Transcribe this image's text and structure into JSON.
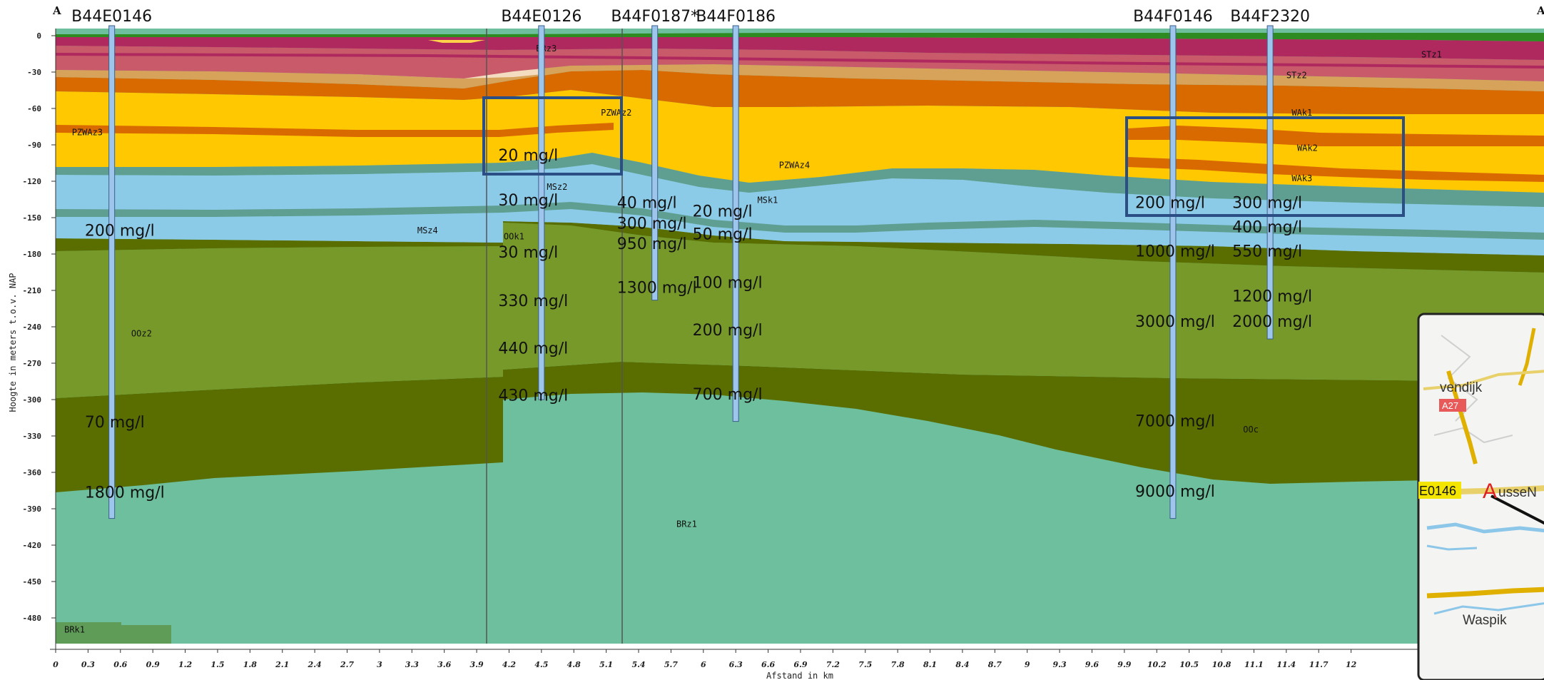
{
  "corner_left": "A",
  "corner_right": "A",
  "y_axis_label": "Hoogte in meters t.o.v. NAP",
  "x_axis_label": "Afstand in km",
  "y_ticks": [
    "0",
    "-30",
    "-60",
    "-90",
    "-120",
    "-150",
    "-180",
    "-210",
    "-240",
    "-270",
    "-300",
    "-330",
    "-360",
    "-390",
    "-420",
    "-450",
    "-480"
  ],
  "x_ticks": [
    "0",
    "0.3",
    "0.6",
    "0.9",
    "1.2",
    "1.5",
    "1.8",
    "2.1",
    "2.4",
    "2.7",
    "3",
    "3.3",
    "3.6",
    "3.9",
    "4.2",
    "4.5",
    "4.8",
    "5.1",
    "5.4",
    "5.7",
    "6",
    "6.3",
    "6.6",
    "6.9",
    "7.2",
    "7.5",
    "7.8",
    "8.1",
    "8.4",
    "8.7",
    "9",
    "9.3",
    "9.6",
    "9.9",
    "10.2",
    "10.5",
    "10.8",
    "11.1",
    "11.4",
    "11.7",
    "12"
  ],
  "wells": [
    {
      "name": "B44E0146",
      "km": 0.52,
      "bottom": -398
    },
    {
      "name": "B44E0126",
      "km": 4.5,
      "bottom": -300
    },
    {
      "name": "B44F0187*",
      "km": 5.55,
      "bottom": -218
    },
    {
      "name": "B44F0186",
      "km": 6.3,
      "bottom": -318
    },
    {
      "name": "B44F0146",
      "km": 10.35,
      "bottom": -398
    },
    {
      "name": "B44F2320",
      "km": 11.25,
      "bottom": -250
    }
  ],
  "unit_labels": [
    {
      "text": "BRz3",
      "km": 4.45,
      "depth": -13
    },
    {
      "text": "STz1",
      "km": 12.65,
      "depth": -18
    },
    {
      "text": "STz2",
      "km": 11.4,
      "depth": -35
    },
    {
      "text": "PZWAz2",
      "km": 5.05,
      "depth": -66
    },
    {
      "text": "WAk1",
      "km": 11.45,
      "depth": -66
    },
    {
      "text": "PZWAz3",
      "km": 0.15,
      "depth": -82
    },
    {
      "text": "WAk2",
      "km": 11.5,
      "depth": -95
    },
    {
      "text": "PZWAz4",
      "km": 6.7,
      "depth": -109
    },
    {
      "text": "WAk3",
      "km": 11.45,
      "depth": -120
    },
    {
      "text": "MSz2",
      "km": 4.55,
      "depth": -127
    },
    {
      "text": "MSk1",
      "km": 6.5,
      "depth": -138
    },
    {
      "text": "MSz4",
      "km": 3.35,
      "depth": -163
    },
    {
      "text": "OOk1",
      "km": 4.15,
      "depth": -168
    },
    {
      "text": "OOz2",
      "km": 0.7,
      "depth": -248
    },
    {
      "text": "OOc",
      "km": 11.0,
      "depth": -327
    },
    {
      "text": "BRz1",
      "km": 5.75,
      "depth": -405
    },
    {
      "text": "BRk1",
      "km": 0.08,
      "depth": -492
    }
  ],
  "concentrations": [
    {
      "text": "20 mg/l",
      "km": 4.1,
      "depth": -103
    },
    {
      "text": "30 mg/l",
      "km": 4.1,
      "depth": -140
    },
    {
      "text": "30 mg/l",
      "km": 4.1,
      "depth": -183
    },
    {
      "text": "330 mg/l",
      "km": 4.1,
      "depth": -223
    },
    {
      "text": "440 mg/l",
      "km": 4.1,
      "depth": -262
    },
    {
      "text": "430 mg/l",
      "km": 4.1,
      "depth": -301
    },
    {
      "text": "200 mg/l",
      "km": 0.27,
      "depth": -165
    },
    {
      "text": "70 mg/l",
      "km": 0.27,
      "depth": -323
    },
    {
      "text": "1800 mg/l",
      "km": 0.27,
      "depth": -381
    },
    {
      "text": "40 mg/l",
      "km": 5.2,
      "depth": -142
    },
    {
      "text": "300 mg/l",
      "km": 5.2,
      "depth": -159
    },
    {
      "text": "950 mg/l",
      "km": 5.2,
      "depth": -176
    },
    {
      "text": "1300 mg/l",
      "km": 5.2,
      "depth": -212
    },
    {
      "text": "20 mg/l",
      "km": 5.9,
      "depth": -149
    },
    {
      "text": "50 mg/l",
      "km": 5.9,
      "depth": -168
    },
    {
      "text": "100 mg/l",
      "km": 5.9,
      "depth": -208
    },
    {
      "text": "200 mg/l",
      "km": 5.9,
      "depth": -247
    },
    {
      "text": "700 mg/l",
      "km": 5.9,
      "depth": -300
    },
    {
      "text": "200 mg/l",
      "km": 10.0,
      "depth": -142
    },
    {
      "text": "1000 mg/l",
      "km": 10.0,
      "depth": -182
    },
    {
      "text": "3000 mg/l",
      "km": 10.0,
      "depth": -240
    },
    {
      "text": "7000 mg/l",
      "km": 10.0,
      "depth": -322
    },
    {
      "text": "9000 mg/l",
      "km": 10.0,
      "depth": -380
    },
    {
      "text": "300 mg/l",
      "km": 10.9,
      "depth": -142
    },
    {
      "text": "400 mg/l",
      "km": 10.9,
      "depth": -162
    },
    {
      "text": "550 mg/l",
      "km": 10.9,
      "depth": -182
    },
    {
      "text": "1200 mg/l",
      "km": 10.9,
      "depth": -219
    },
    {
      "text": "2000 mg/l",
      "km": 10.9,
      "depth": -240
    }
  ],
  "inset_map": {
    "labels": [
      "vendijk",
      "A27",
      "E0146",
      "A",
      "usseN",
      "Waspik"
    ]
  },
  "colors": {
    "surface": "#2e8b22",
    "magenta": "#b0295e",
    "rose": "#c85a6a",
    "beige": "#e9c9a0",
    "tan": "#d7a35a",
    "orange": "#d96a00",
    "yellow": "#ffc800",
    "teal": "#5f9f92",
    "sky": "#8ccbe8",
    "darkolive": "#5a6e00",
    "olive": "#76992a",
    "seagreen": "#6dbf9d",
    "mossgreen": "#5f9c58",
    "box": "#2b4e84",
    "well": "#9ec6ec"
  }
}
